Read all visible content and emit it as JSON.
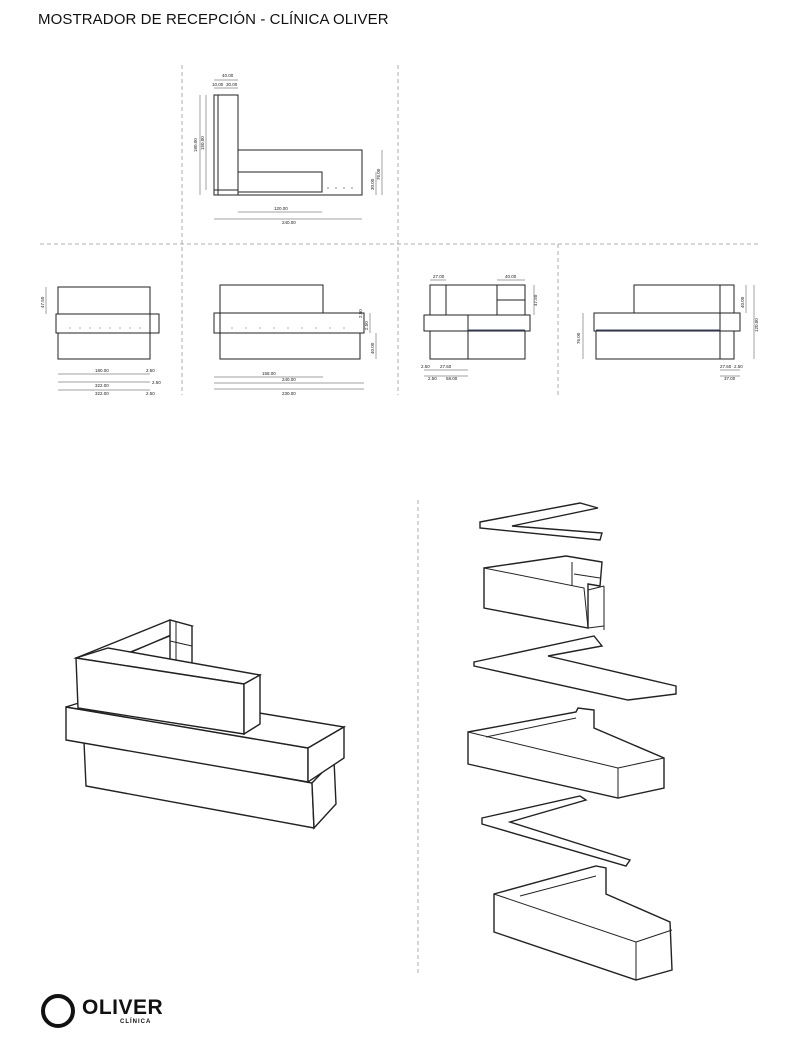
{
  "title": "MOSTRADOR DE RECEPCIÓN - CLÍNICA OLIVER",
  "plan_view": {
    "dims": [
      "40.00",
      "10.00",
      "30.00",
      "180.00",
      "150.00",
      "120.00",
      "240.00",
      "30.00",
      "76.00"
    ]
  },
  "elevation_front": {
    "dims": [
      "47.50",
      "180.00",
      "2.50",
      "322.00",
      "2.50",
      "322.00",
      "2.50"
    ]
  },
  "elevation_back": {
    "dims": [
      "158.00",
      "240.00",
      "2.50",
      "230.00",
      "40.00",
      "2.50"
    ]
  },
  "elevation_side": {
    "dims": [
      "27.00",
      "40.00",
      "47.50",
      "2.50",
      "27.50",
      "2.50",
      "58.00"
    ]
  },
  "elevation_side_right": {
    "dims": [
      "40.00",
      "120.00",
      "76.00",
      "27.50",
      "2.50",
      "37.00"
    ]
  },
  "logo": {
    "name": "OLIVER",
    "sub": "CLÍNICA"
  }
}
